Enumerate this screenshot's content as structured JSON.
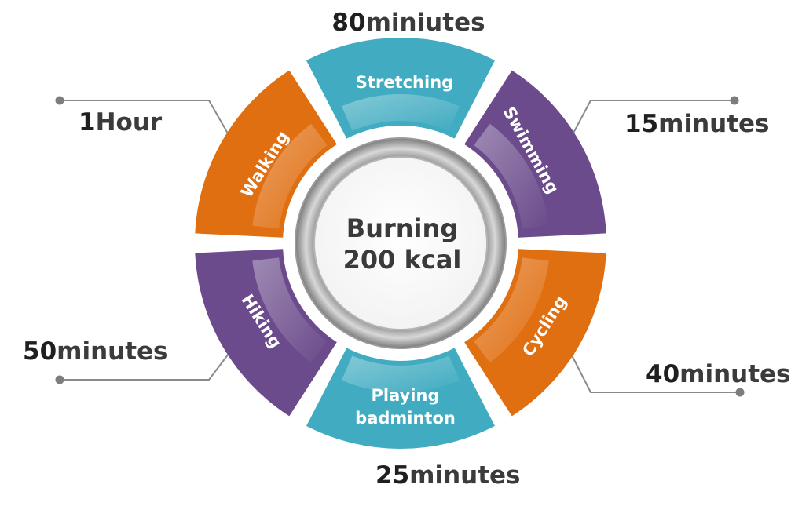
{
  "center": {
    "line1": "Burning",
    "line2": "200 kcal"
  },
  "segments": [
    {
      "label": "Stretching",
      "color": "#41acc1"
    },
    {
      "label": "Swimming",
      "color": "#6b4b8b"
    },
    {
      "label": "Cycling",
      "color": "#e06f12"
    },
    {
      "label": "Playing badminton",
      "label_line1": "Playing",
      "label_line2": "badminton",
      "color": "#41acc1"
    },
    {
      "label": "Hiking",
      "color": "#6b4b8b"
    },
    {
      "label": "Walking",
      "color": "#e06f12"
    }
  ],
  "durations": {
    "stretching": {
      "num": "80",
      "unit": "miniutes"
    },
    "swimming": {
      "num": "15",
      "unit": "minutes"
    },
    "cycling": {
      "num": "40",
      "unit": "minutes"
    },
    "badminton": {
      "num": "25",
      "unit": "minutes"
    },
    "hiking": {
      "num": "50",
      "unit": "minutes"
    },
    "walking": {
      "num": "1",
      "unit": "Hour"
    }
  },
  "colors": {
    "orange": "#e06f12",
    "purple": "#6b4b8b",
    "teal": "#41acc1",
    "connector": "#8a8a8a",
    "ring": "#a8a8a8"
  }
}
